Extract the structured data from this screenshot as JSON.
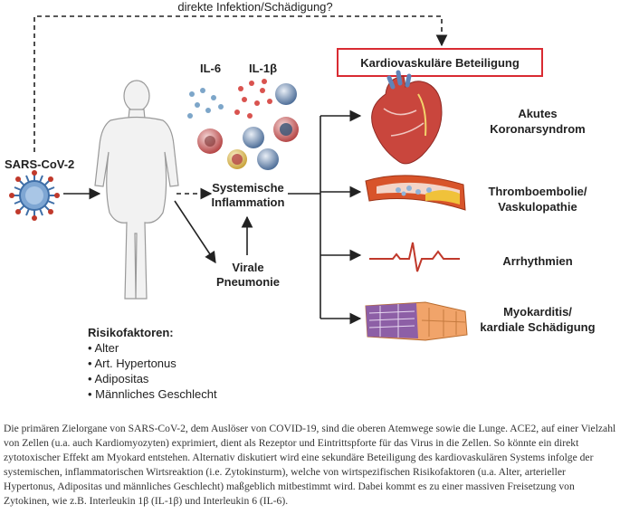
{
  "top_label": "direkte Infektion/Schädigung?",
  "outcome_header": "Kardiovaskuläre Beteiligung",
  "virus_label": "SARS-CoV-2",
  "cytokines": [
    "IL-6",
    "IL-1β"
  ],
  "systemic_inflammation": [
    "Systemische",
    "Inflammation"
  ],
  "viral_pneumonia": [
    "Virale",
    "Pneumonie"
  ],
  "risk_factors_title": "Risikofaktoren:",
  "risk_factors": [
    "• Alter",
    "• Art. Hypertonus",
    "• Adipositas",
    "• Männliches Geschlecht"
  ],
  "outcomes": [
    [
      "Akutes",
      "Koronarsyndrom"
    ],
    [
      "Thromboembolie/",
      "Vaskulopathie"
    ],
    [
      "Arrhythmien"
    ],
    [
      "Myokarditis/",
      "kardiale Schädigung"
    ]
  ],
  "caption": "Die primären Zielorgane von SARS-CoV-2, dem Auslöser von COVID-19, sind die oberen Atemwege sowie die Lunge. ACE2, auf einer Vielzahl von Zellen (u.a. auch Kardiomyozyten) exprimiert, dient als Rezeptor und Eintrittspforte für das Virus in die Zellen. So könnte ein direkt zytotoxischer Effekt am Myokard entstehen. Alternativ diskutiert wird eine sekundäre Beteiligung des kardiovaskulären Systems infolge der systemischen, inflammatorischen Wirtsreaktion (i.e. Zytokinsturm), welche von wirtspezifischen Risikofaktoren (u.a. Alter, arterieller Hypertonus, Adipositas und männliches Geschlecht) maßgeblich mitbestimmt wird. Dabei kommt es zu einer massiven Freisetzung von Zytokinen, wie z.B. Interleukin 1β (IL-1β) und Interleukin 6 (IL-6).",
  "colors": {
    "header_border": "#d92b32",
    "virus": "#3f6fa8",
    "virus_spike": "#c0392b",
    "heart": "#c9463d",
    "vessel": "#d8542a",
    "plaque": "#f0c23a",
    "ecg": "#c0392b",
    "muscle": "#8d5fa6",
    "muscle_light": "#f1a46a"
  },
  "icons": [
    "virus-icon",
    "human-silhouette-icon",
    "cytokine-cells-icon",
    "heart-icon",
    "blood-vessel-icon",
    "ecg-icon",
    "cardiomyocyte-icon"
  ]
}
